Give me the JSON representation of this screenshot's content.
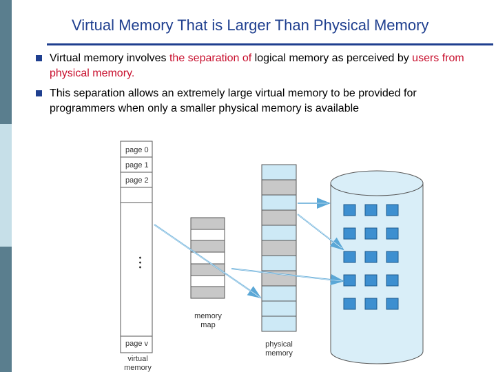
{
  "slide": {
    "title": "Virtual Memory That is Larger Than Physical Memory",
    "bullets": [
      {
        "parts": [
          "Virtual memory involves ",
          "the separation of",
          " logical memory as perceived by ",
          "users from physical memory."
        ]
      },
      {
        "text": "This separation allows an extremely large virtual memory to be provided for programmers when only a smaller physical memory is available"
      }
    ]
  },
  "diagram": {
    "virtual_memory": {
      "pages": [
        "page 0",
        "page 1",
        "page 2"
      ],
      "ellipsis": "• • •",
      "last_page": "page v",
      "label": [
        "virtual",
        "memory"
      ]
    },
    "memory_map": {
      "label": [
        "memory",
        "map"
      ]
    },
    "physical_memory": {
      "label": [
        "physical",
        "memory"
      ]
    }
  },
  "colors": {
    "title": "#1f3f8f",
    "highlight": "#c8102e",
    "frame_light_blue": "#cde9f6",
    "frame_gray": "#c8c8c8",
    "disk_fill": "#d9eef8",
    "disk_block": "#3d8fd0",
    "arrow": "#5aa7d6"
  }
}
